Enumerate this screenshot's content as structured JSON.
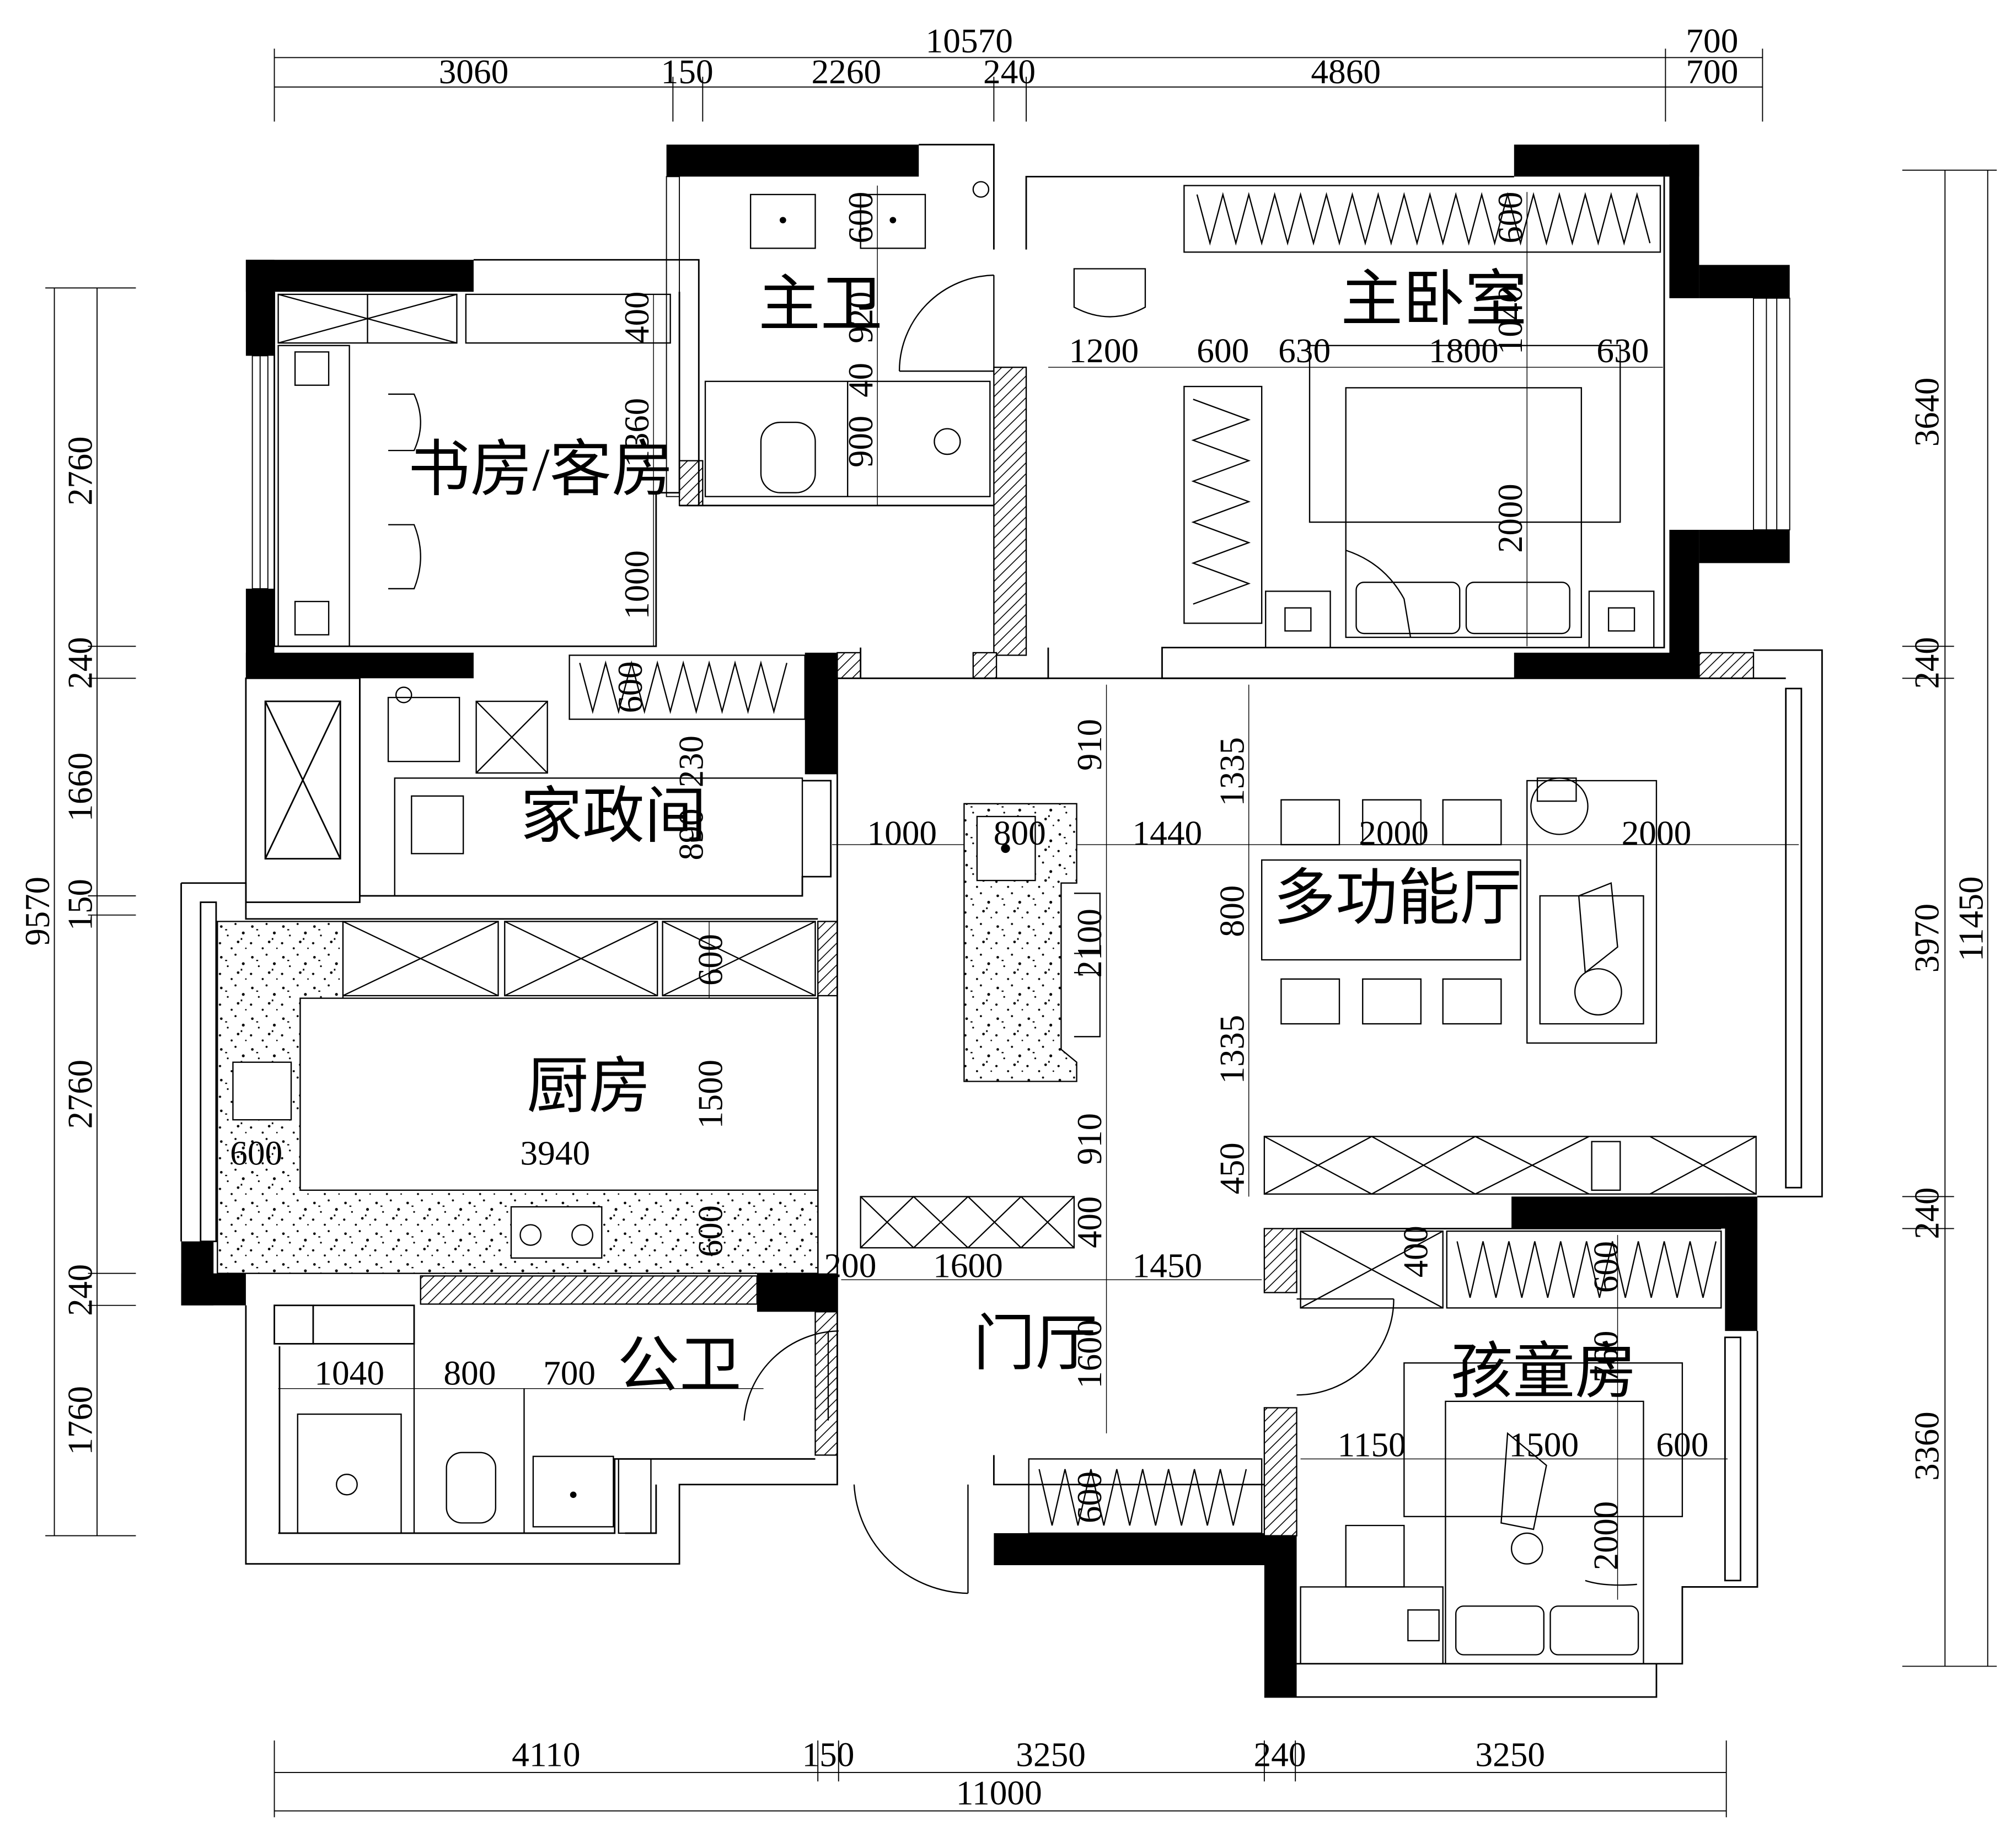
{
  "rooms": {
    "master_bath": "主卫",
    "master_bedroom": "主卧室",
    "study": "书房/客房",
    "utility": "家政间",
    "multi_hall": "多功能厅",
    "kitchen": "厨房",
    "public_bath": "公卫",
    "foyer": "门厅",
    "kids_room": "孩童房"
  },
  "dims": {
    "top_total": "10570",
    "top_right_a": "700",
    "top_right_b": "700",
    "top_seg": [
      "3060",
      "150",
      "2260",
      "240",
      "4860"
    ],
    "bottom_seg": [
      "4110",
      "150",
      "3250",
      "240",
      "3250"
    ],
    "bottom_total": "11000",
    "left_total": "9570",
    "left_seg": [
      "2760",
      "240",
      "1660",
      "150",
      "2760",
      "240",
      "1760"
    ],
    "right_total": "11450",
    "right_seg": [
      "3640",
      "240",
      "3970",
      "240",
      "3360"
    ],
    "interior": {
      "bath_sink_depth": "600",
      "bath_920": "920",
      "bath_40": "40",
      "bath_900": "900",
      "study_400": "400",
      "study_1360": "1360",
      "study_1000": "1000",
      "mb_600_top": "600",
      "mb_1040": "1040",
      "mb_1200": "1200",
      "mb_600": "600",
      "mb_630_a": "630",
      "mb_1800": "1800",
      "mb_630_b": "630",
      "mb_2000": "2000",
      "corr_600": "600",
      "ut_230": "230",
      "ut_890": "890",
      "hall_910_a": "910",
      "hall_1000": "1000",
      "island_800": "800",
      "hall_1440": "1440",
      "dining_1335_a": "1335",
      "dining_2000": "2000",
      "sofa_2000": "2000",
      "dining_800": "800",
      "island_2100": "2100",
      "dining_1335_b": "1335",
      "kit_600_top": "600",
      "kit_1500": "1500",
      "kit_600_left": "600",
      "kit_3940": "3940",
      "kit_600_bottom": "600",
      "hall_910_b": "910",
      "cab_450": "450",
      "hall_400": "400",
      "foy_200": "200",
      "foy_1600": "1600",
      "foy_1450": "1450",
      "foy_1600_v": "1600",
      "foy_600": "600",
      "kid_400": "400",
      "kid_600_top": "600",
      "kid_760": "760",
      "kid_1150": "1150",
      "kid_1500": "1500",
      "kid_600": "600",
      "kid_2000": "2000",
      "pb_1040": "1040",
      "pb_800": "800",
      "pb_700": "700"
    }
  }
}
